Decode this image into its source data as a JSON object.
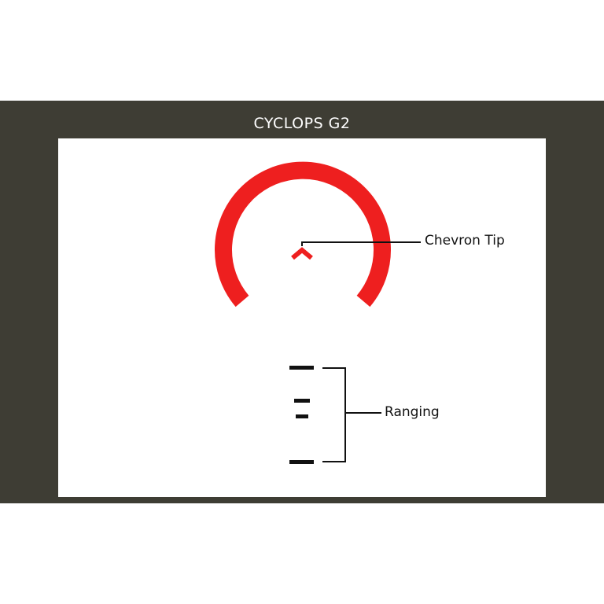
{
  "title": "CYCLOPS G2",
  "colors": {
    "frame": "#3e3d34",
    "reticle": "#ee1f1f",
    "annotation": "#111111",
    "background": "#ffffff"
  },
  "labels": {
    "chevron_tip": "Chevron Tip",
    "ranging": "Ranging"
  }
}
